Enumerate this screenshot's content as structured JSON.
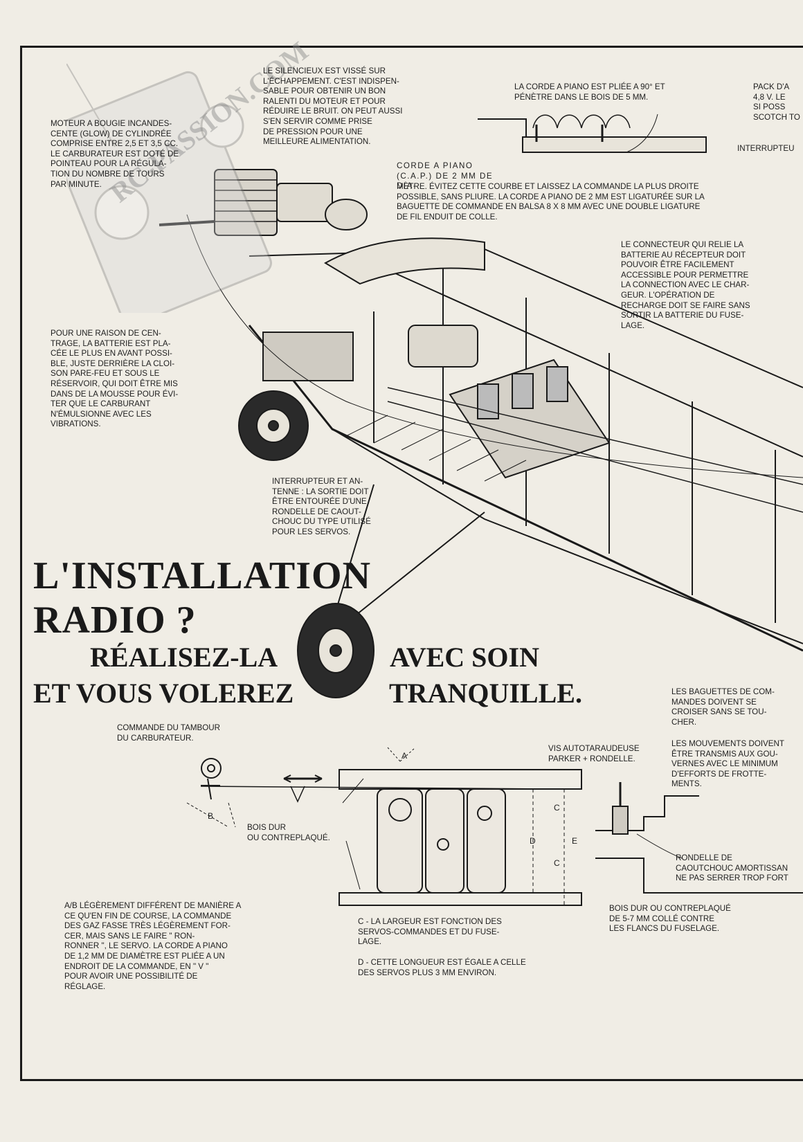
{
  "headline": {
    "line1": "L'INSTALLATION",
    "line2": "RADIO ?",
    "line3a": "RÉALISEZ-LA",
    "line3b": "AVEC SOIN",
    "line4a": "ET VOUS VOLEREZ",
    "line4b": "TRANQUILLE."
  },
  "watermark": {
    "text": "RC-PASSION.COM"
  },
  "captions": {
    "moteur": [
      "MOTEUR A BOUGIE INCANDES-",
      "CENTE (GLOW) DE CYLINDRÉE",
      "COMPRISE ENTRE 2,5 ET 3,5 CC.",
      "LE CARBURATEUR EST DOTÉ DE",
      "POINTEAU POUR LA RÉGULA-",
      "TION DU NOMBRE DE TOURS",
      "PAR MINUTE."
    ],
    "silencieux": [
      "LE SILENCIEUX EST VISSÉ SUR",
      "L'ÉCHAPPEMENT. C'EST INDISPEN-",
      "SABLE POUR OBTENIR UN BON",
      "RALENTI DU MOTEUR ET POUR",
      "RÉDUIRE LE BRUIT. ON PEUT AUSSI",
      "S'EN SERVIR COMME PRISE",
      "DE PRESSION POUR UNE",
      "MEILLEURE ALIMENTATION."
    ],
    "corde_pliee": [
      "LA CORDE A PIANO EST PLIÉE A 90° ET",
      "PÉNÈTRE DANS LE BOIS DE 5 MM."
    ],
    "pack": [
      "PACK D'A",
      "4,8 V. LE",
      "SI POSS",
      "SCOTCH TO"
    ],
    "interrupteur_top": "INTERRUPTEU",
    "corde_piano": [
      "CORDE A PIANO",
      "(C.A.P.) DE 2 MM DE DIA-"
    ],
    "corde_piano_cont": [
      "MÈTRE. ÉVITEZ CETTE COURBE ET LAISSEZ LA COMMANDE LA PLUS DROITE",
      "POSSIBLE, SANS PLIURE. LA CORDE A PIANO DE 2 MM EST LIGATURÉE SUR LA",
      "BAGUETTE DE COMMANDE EN BALSA 8 X 8 MM AVEC UNE DOUBLE LIGATURE",
      "DE FIL ENDUIT DE COLLE."
    ],
    "connecteur": [
      "LE CONNECTEUR QUI RELIE LA",
      "BATTERIE AU RÉCEPTEUR DOIT",
      "POUVOIR ÊTRE FACILEMENT",
      "ACCESSIBLE POUR PERMETTRE",
      "LA CONNECTION AVEC LE CHAR-",
      "GEUR. L'OPÉRATION DE",
      "RECHARGE DOIT SE FAIRE SANS",
      "SORTIR LA BATTERIE DU FUSE-",
      "LAGE."
    ],
    "centrage": [
      "POUR UNE RAISON DE CEN-",
      "TRAGE, LA BATTERIE EST PLA-",
      "CÉE LE PLUS EN AVANT POSSI-",
      "BLE, JUSTE DERRIÈRE LA CLOI-",
      "SON PARE-FEU ET SOUS LE",
      "RÉSERVOIR, QUI DOIT ÊTRE MIS",
      "DANS DE LA MOUSSE POUR ÉVI-",
      "TER QUE LE CARBURANT",
      "N'ÉMULSIONNE AVEC LES",
      "VIBRATIONS."
    ],
    "interrupteur_antenne": [
      "INTERRUPTEUR ET AN-",
      "TENNE : LA SORTIE DOIT",
      "ÊTRE ENTOURÉE D'UNE",
      "RONDELLE DE CAOUT-",
      "CHOUC DU TYPE UTILISÉ",
      "POUR LES SERVOS."
    ],
    "baguettes": [
      "LES BAGUETTES DE COM-",
      "MANDES DOIVENT SE",
      "CROISER SANS SE TOU-",
      "CHER."
    ],
    "mouvements": [
      "LES MOUVEMENTS DOIVENT",
      "ÊTRE TRANSMIS AUX GOU-",
      "VERNES AVEC LE MINIMUM",
      "D'EFFORTS DE FROTTE-",
      "MENTS."
    ],
    "commande_tambour": [
      "COMMANDE DU TAMBOUR",
      "DU CARBURATEUR."
    ],
    "vis": [
      "VIS AUTOTARAUDEUSE",
      "PARKER + RONDELLE."
    ],
    "bois_dur": [
      "BOIS DUR",
      "OU CONTREPLAQUÉ."
    ],
    "rondelle": [
      "RONDELLE DE",
      "CAOUTCHOUC AMORTISSAN",
      "NE PAS SERRER TROP FORT"
    ],
    "ab": [
      "A/B LÉGÈREMENT DIFFÉRENT DE MANIÈRE A",
      "CE QU'EN FIN DE COURSE, LA COMMANDE",
      "DES GAZ FASSE TRÈS LÉGÈREMENT FOR-",
      "CER, MAIS SANS LE FAIRE \" RON-",
      "RONNER \", LE SERVO. LA CORDE A PIANO",
      "DE 1,2 MM DE DIAMÈTRE EST PLIÉE A UN",
      "ENDROIT DE LA COMMANDE, EN \" V \"",
      "POUR AVOIR UNE POSSIBILITÉ DE",
      "RÉGLAGE."
    ],
    "c": [
      "C - LA LARGEUR EST FONCTION DES",
      "SERVOS-COMMANDES ET DU FUSE-",
      "LAGE."
    ],
    "d": [
      "D - CETTE LONGUEUR EST ÉGALE A CELLE",
      "DES SERVOS PLUS 3 MM ENVIRON."
    ],
    "bois_5_7": [
      "BOIS DUR OU CONTREPLAQUÉ",
      "DE 5-7 MM COLLÉ CONTRE",
      "LES FLANCS DU FUSELAGE."
    ]
  },
  "diagram_labels": {
    "a": "A",
    "b": "B",
    "c_top": "C",
    "c_bottom": "C",
    "d": "D",
    "e": "E"
  }
}
